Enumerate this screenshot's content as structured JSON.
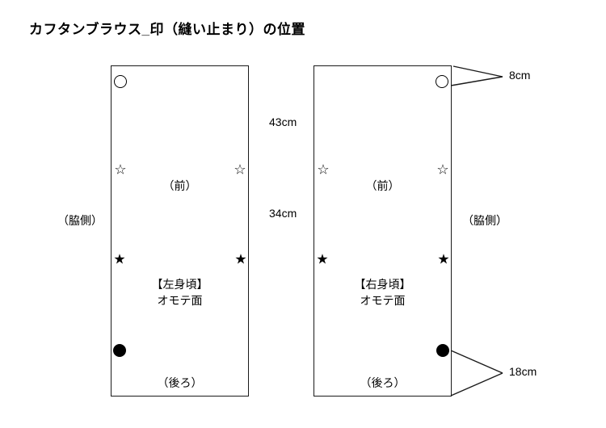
{
  "title": "カフタンブラウス_印（縫い止まり）の位置",
  "panels": [
    {
      "id": "left",
      "name_label": "【左身頃】",
      "face_label": "オモテ面",
      "front_label": "（前）",
      "back_label": "（後ろ）",
      "markers": [
        {
          "name": "circle-open-mark",
          "glyph": "○",
          "edge": "left",
          "y_label": "top"
        },
        {
          "name": "star-open-mark-left",
          "glyph": "☆",
          "edge": "left",
          "y_label": "upper"
        },
        {
          "name": "star-open-mark-right",
          "glyph": "☆",
          "edge": "right",
          "y_label": "upper"
        },
        {
          "name": "star-filled-mark-left",
          "glyph": "★",
          "edge": "left",
          "y_label": "lower"
        },
        {
          "name": "star-filled-mark-right",
          "glyph": "★",
          "edge": "right",
          "y_label": "lower"
        },
        {
          "name": "circle-filled-mark",
          "glyph": "●",
          "edge": "left",
          "y_label": "bottom"
        }
      ]
    },
    {
      "id": "right",
      "name_label": "【右身頃】",
      "face_label": "オモテ面",
      "front_label": "（前）",
      "back_label": "（後ろ）",
      "markers": [
        {
          "name": "circle-open-mark",
          "glyph": "○",
          "edge": "right",
          "y_label": "top"
        },
        {
          "name": "star-open-mark-left",
          "glyph": "☆",
          "edge": "left",
          "y_label": "upper"
        },
        {
          "name": "star-open-mark-right",
          "glyph": "☆",
          "edge": "right",
          "y_label": "upper"
        },
        {
          "name": "star-filled-mark-left",
          "glyph": "★",
          "edge": "left",
          "y_label": "lower"
        },
        {
          "name": "star-filled-mark-right",
          "glyph": "★",
          "edge": "right",
          "y_label": "lower"
        },
        {
          "name": "circle-filled-mark",
          "glyph": "●",
          "edge": "right",
          "y_label": "bottom"
        }
      ]
    }
  ],
  "center_dimensions": {
    "upper": "43cm",
    "lower": "34cm"
  },
  "side_labels": {
    "left": "（脇側）",
    "right": "（脇側）"
  },
  "callouts": {
    "top": "8cm",
    "bottom": "18cm"
  },
  "colors": {
    "line": "#1a1a1a",
    "text": "#000000",
    "background": "#ffffff"
  }
}
